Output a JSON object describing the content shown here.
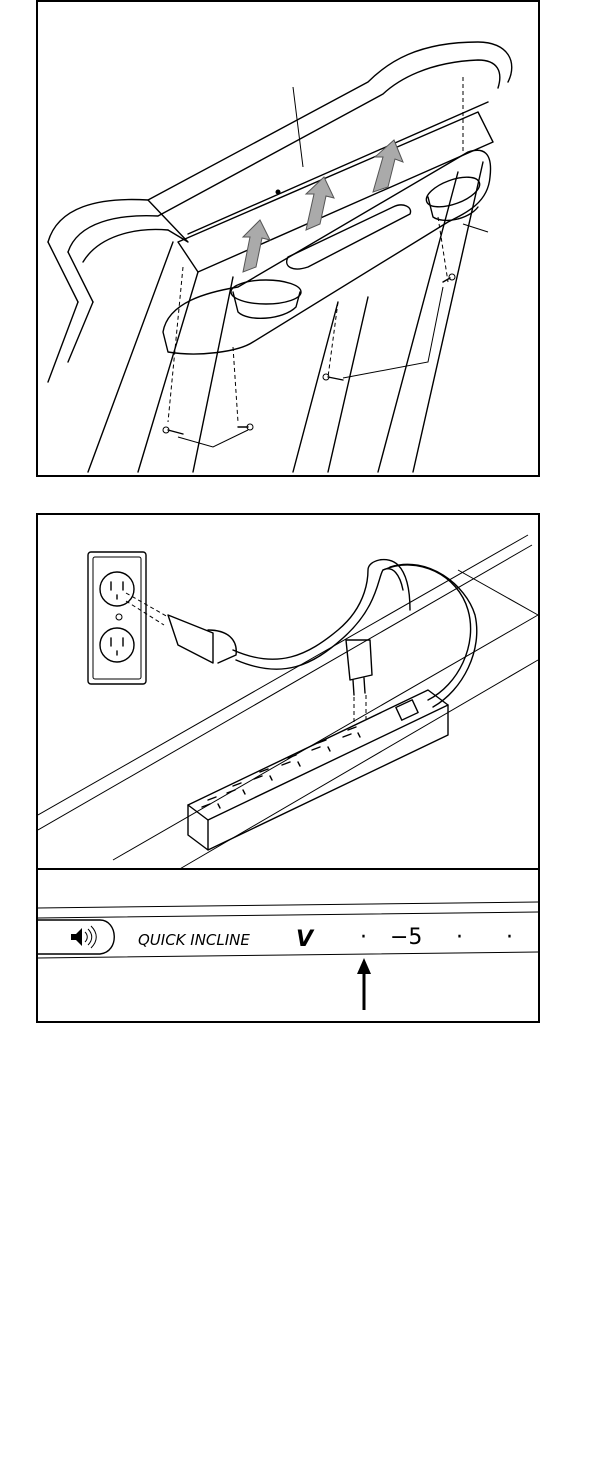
{
  "figures": [
    {
      "id": "fig1",
      "subject": "treadmill-console-tray"
    },
    {
      "id": "fig2",
      "subject": "power-strip-and-wall-outlet"
    },
    {
      "id": "fig3",
      "subject": "console-panel-strip"
    }
  ],
  "console_strip": {
    "label": "QUICK INCLINE",
    "chevron": "V",
    "dot": "·",
    "value": "−5"
  },
  "icons": [
    "speaker-icon",
    "up-arrow-icon"
  ],
  "colors": {
    "line": "#000000",
    "arrow_fill": "#aaaaaa",
    "background": "#ffffff"
  }
}
